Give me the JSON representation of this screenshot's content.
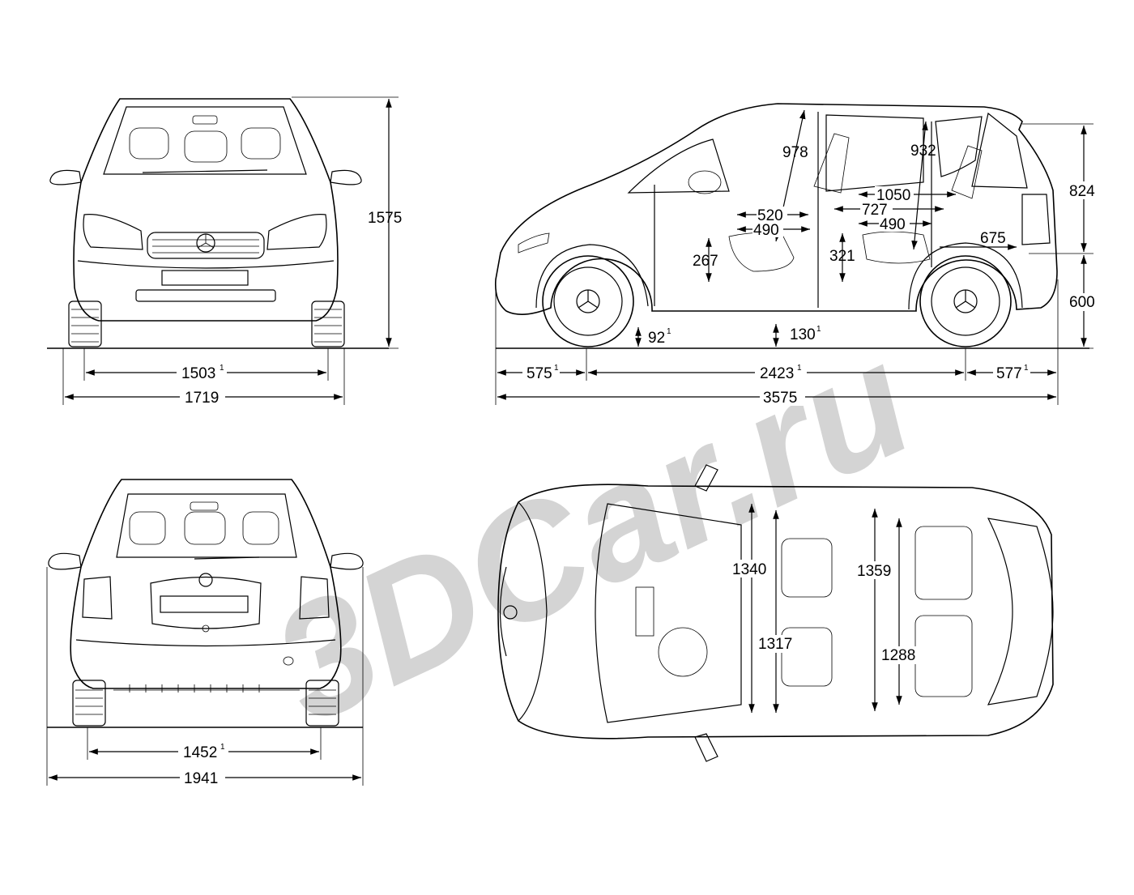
{
  "watermark": "3DCar.ru",
  "views": {
    "front": {
      "dims": {
        "height": "1575",
        "track": "1503",
        "track_sup": "1",
        "width": "1719"
      }
    },
    "side": {
      "dims": {
        "d978": "978",
        "d932": "932",
        "d1050": "1050",
        "d727": "727",
        "d520": "520",
        "d490a": "490",
        "d490b": "490",
        "d267": "267",
        "d321": "321",
        "d675": "675",
        "d824": "824",
        "d600": "600",
        "d92": "92",
        "d92_sup": "1",
        "d130": "130",
        "d130_sup": "1",
        "oh_front": "575",
        "oh_front_sup": "1",
        "wheelbase": "2423",
        "wheelbase_sup": "1",
        "oh_rear": "577",
        "oh_rear_sup": "1",
        "length": "3575"
      }
    },
    "rear": {
      "dims": {
        "track": "1452",
        "track_sup": "1",
        "width_mirrors": "1941"
      }
    },
    "top": {
      "dims": {
        "d1340": "1340",
        "d1359": "1359",
        "d1317": "1317",
        "d1288": "1288"
      }
    }
  }
}
